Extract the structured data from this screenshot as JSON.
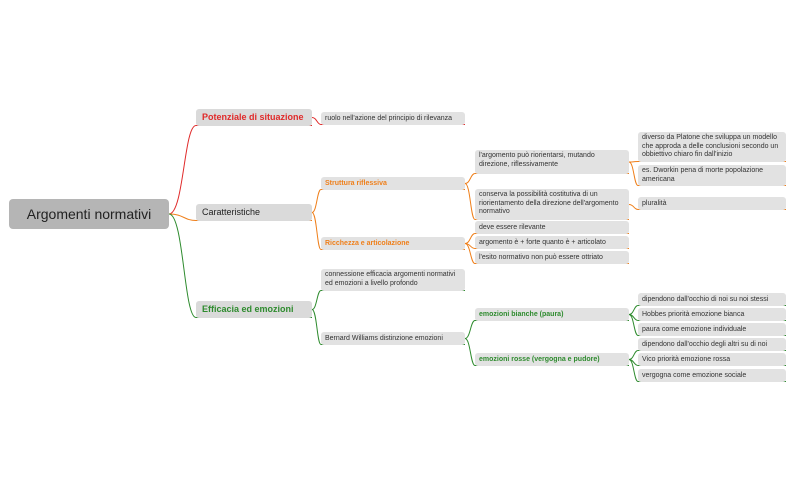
{
  "root": "Argomenti normativi",
  "colors": {
    "red": "#e02a2a",
    "orange": "#ef7f1a",
    "green": "#2e8b2e",
    "node": "#dadada"
  },
  "branches": {
    "potenziale": {
      "label": "Potenziale di situazione",
      "child": "ruolo nell'azione del principio di rilevanza"
    },
    "caratteristiche": {
      "label": "Caratteristiche",
      "struttura": {
        "label": "Struttura riflessiva",
        "riorientarsi": {
          "label": "l'argomento può riorientarsi, mutando direzione, riflessivamente",
          "children": [
            "diverso da Platone che sviluppa un modello che approda a delle conclusioni secondo un obbiettivo chiaro fin dall'inizio",
            "es. Dworkin pena di morte popolazione americana"
          ]
        },
        "conserva": {
          "label": "conserva la possibilità costitutiva di un riorientamento della direzione dell'argomento normativo",
          "child": "pluralità"
        }
      },
      "ricchezza": {
        "label": "Ricchezza e articolazione",
        "children": [
          "deve essere rilevante",
          "argomento è + forte quanto è + articolato",
          "l'esito normativo non può essere ottriato"
        ]
      }
    },
    "efficacia": {
      "label": "Efficacia ed emozioni",
      "connessione": "connessione efficacia argomenti normativi ed emozioni a livello profondo",
      "williams": {
        "label": "Bernard Williams distinzione emozioni",
        "bianche": {
          "label": "emozioni bianche (paura)",
          "children": [
            "dipendono dall'occhio di noi su noi stessi",
            "Hobbes priorità emozione bianca",
            "paura come emozione individuale"
          ]
        },
        "rosse": {
          "label": "emozioni rosse (vergogna e pudore)",
          "children": [
            "dipendono dall'occhio degli altri su di noi",
            "Vico priorità emozione rossa",
            "vergogna come emozione sociale"
          ]
        }
      }
    }
  }
}
